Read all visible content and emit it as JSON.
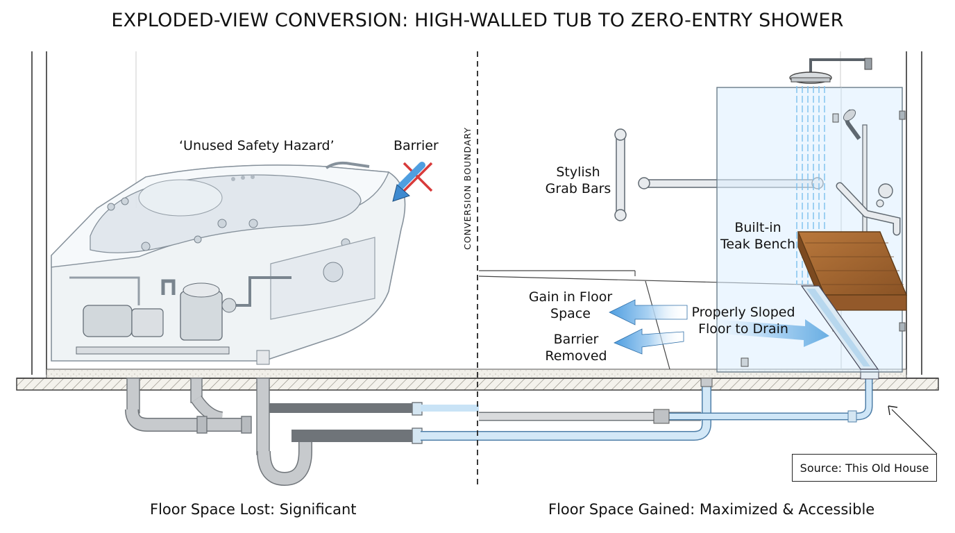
{
  "title": "EXPLODED-VIEW CONVERSION: HIGH-WALLED TUB TO ZERO-ENTRY SHOWER",
  "divider_label": "CONVERSION BOUNDARY",
  "left": {
    "hazard_label": "‘Unused Safety Hazard’",
    "barrier_label": "Barrier",
    "footer": "Floor Space Lost: Significant"
  },
  "right": {
    "grab_bars_line1": "Stylish",
    "grab_bars_line2": "Grab Bars",
    "bench_line1": "Built-in",
    "bench_line2": "Teak Bench",
    "gain_line1": "Gain in Floor",
    "gain_line2": "Space",
    "removed_line1": "Barrier",
    "removed_line2": "Removed",
    "sloped_line1": "Properly Sloped",
    "sloped_line2": "Floor to Drain",
    "footer": "Floor Space Gained: Maximized & Accessible"
  },
  "source": "Source: This Old House",
  "icons": [
    "barrier-x-icon",
    "arrow-icon",
    "shower-head-icon",
    "grab-bar-icon",
    "drain-icon"
  ],
  "colors": {
    "water_blue": "#5aa6e0",
    "barrier_red": "#d83a3a",
    "teak": "#a0642f",
    "glass": "#dcefff",
    "pipe_gray": "#b9bcbf"
  }
}
